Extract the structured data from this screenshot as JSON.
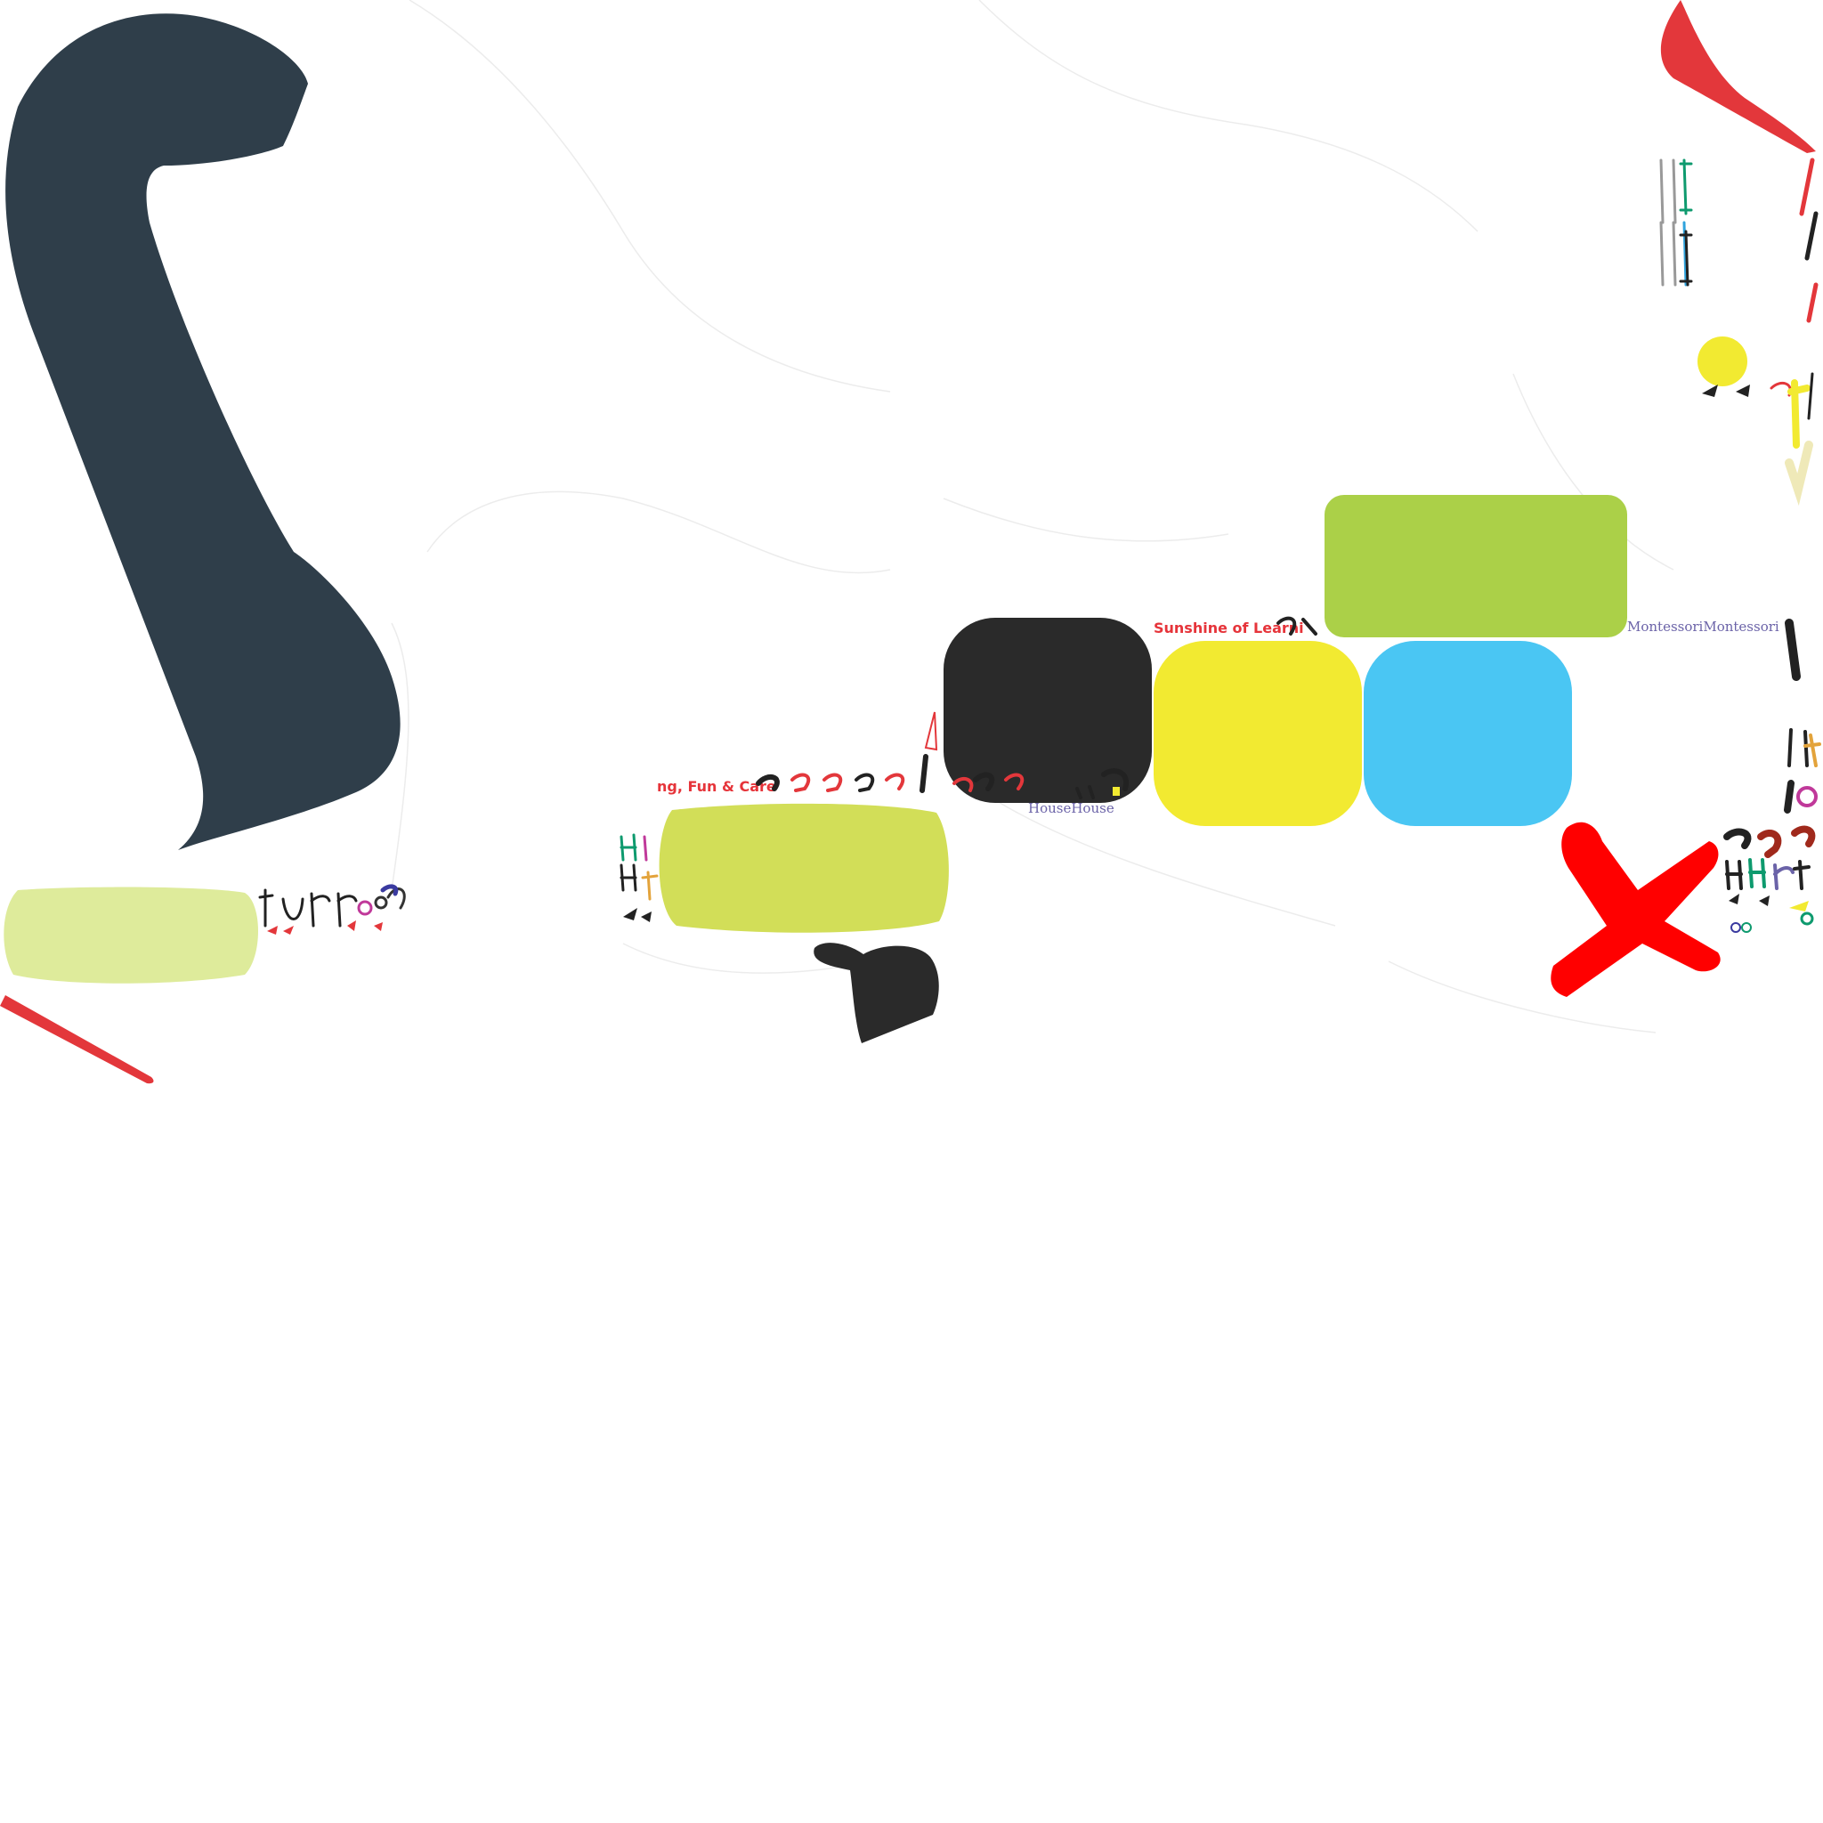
{
  "atlas": {
    "labels": {
      "sunshine": "Sunshine of Learni",
      "fun_care": "ng, Fun & Care",
      "house": "HouseHouse",
      "montessori": "MontessoriMontessori"
    }
  },
  "colors": {
    "dark_slate": "#2f3e4a",
    "light_green": "#deeb9b",
    "lime": "#d2de58",
    "green": "#abd048",
    "charcoal": "#2a2a2a",
    "yellow": "#f2ea31",
    "sky_blue": "#4ac6f3",
    "red": "#e3373b",
    "bright_red": "#ff0000"
  }
}
